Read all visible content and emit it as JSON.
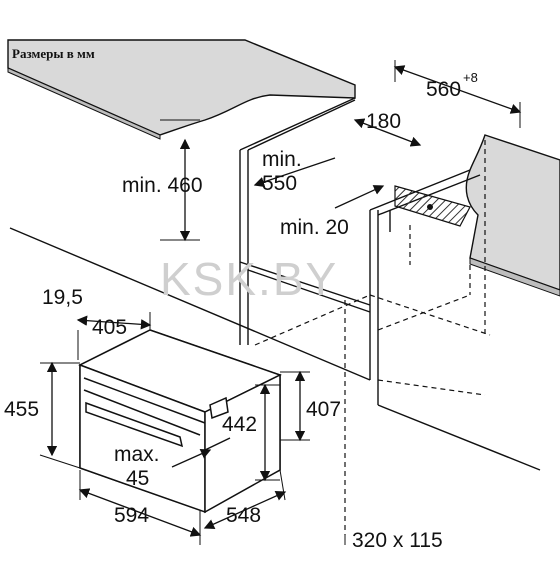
{
  "header": {
    "title": "Размеры в мм"
  },
  "watermark": "KSK.BY",
  "dimensions": {
    "width_niche": "560",
    "width_niche_tolerance": "+8",
    "ventilation_depth": "180",
    "min_height_under_worktop": "min. 460",
    "min_niche_depth_line1": "min.",
    "min_niche_depth_line2": "550",
    "min_gap": "min. 20",
    "front_offset": "19,5",
    "front_depth": "405",
    "appliance_height": "455",
    "door_height": "442",
    "body_height": "407",
    "max_label_line1": "max.",
    "max_label_line2": "45",
    "appliance_width": "594",
    "appliance_depth": "548",
    "vent_opening": "320 x 115"
  },
  "colors": {
    "worktop": "#d9d9d9",
    "lines": "#111111",
    "vent_hatch": "#555555"
  }
}
